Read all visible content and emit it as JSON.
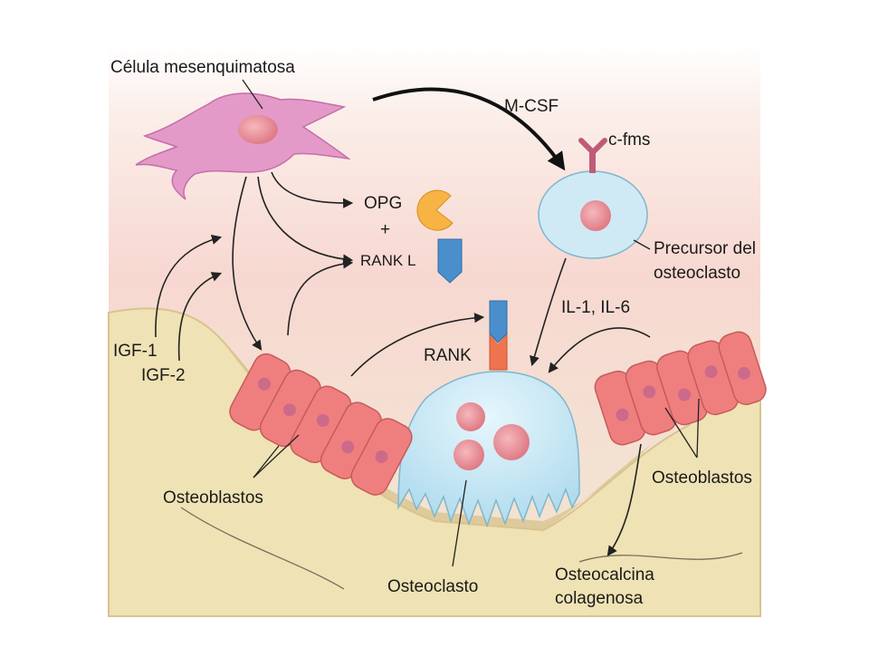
{
  "labels": {
    "mesenchymal_cell": "Célula mesenquimatosa",
    "mcsf": "M-CSF",
    "cfms": "c-fms",
    "opg": "OPG",
    "plus": "+",
    "rankl": "RANK L",
    "precursor_line1": "Precursor del",
    "precursor_line2": "osteoclasto",
    "il": "IL-1, IL-6",
    "igf1": "IGF-1",
    "igf2": "IGF-2",
    "rank": "RANK",
    "osteoblasts_left": "Osteoblastos",
    "osteoblasts_right": "Osteoblastos",
    "osteoclast": "Osteoclasto",
    "osteocalcin_line1": "Osteocalcina",
    "osteocalcin_line2": "colagenosa"
  },
  "colors": {
    "background_top": "#f7d9d2",
    "background_mid": "#f3ddd0",
    "bone": "#efe2b4",
    "bone_edge": "#d9c38f",
    "mesenchymal_cell": "#e49ac9",
    "precursor_cell": "#cfeaf5",
    "osteoclast": "#c9e8f5",
    "osteoblast": "#ef7f7f",
    "nucleus": "#e8878f",
    "opg": "#f7b444",
    "rankl": "#4a8fcc",
    "rank_receptor": "#f0734f",
    "cfms_receptor": "#c05a78"
  }
}
